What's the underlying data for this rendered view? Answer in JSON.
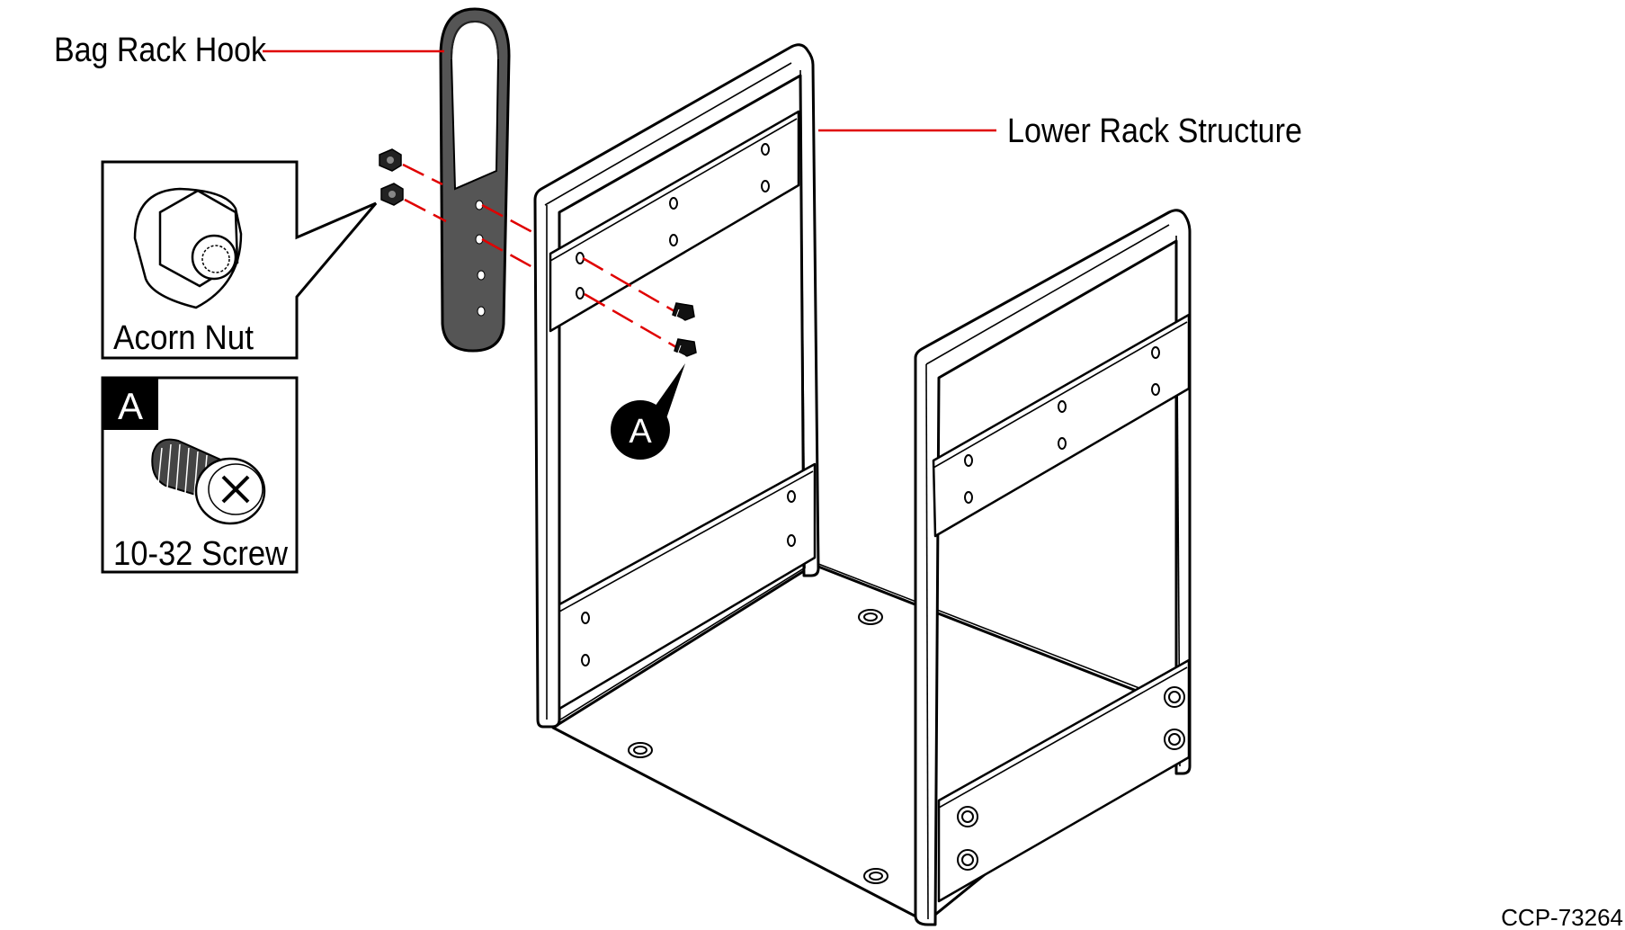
{
  "labels": {
    "bag_rack_hook": "Bag Rack Hook",
    "lower_rack_structure": "Lower Rack Structure",
    "acorn_nut": "Acorn Nut",
    "screw_badge_letter": "A",
    "screw": "10-32 Screw",
    "screw_callout_letter": "A",
    "figure_id": "CCP-73264"
  },
  "colors": {
    "leader": "#e00000",
    "outline": "#000000",
    "hook_fill": "#555555",
    "hook_rail": "#3a3a3a"
  }
}
